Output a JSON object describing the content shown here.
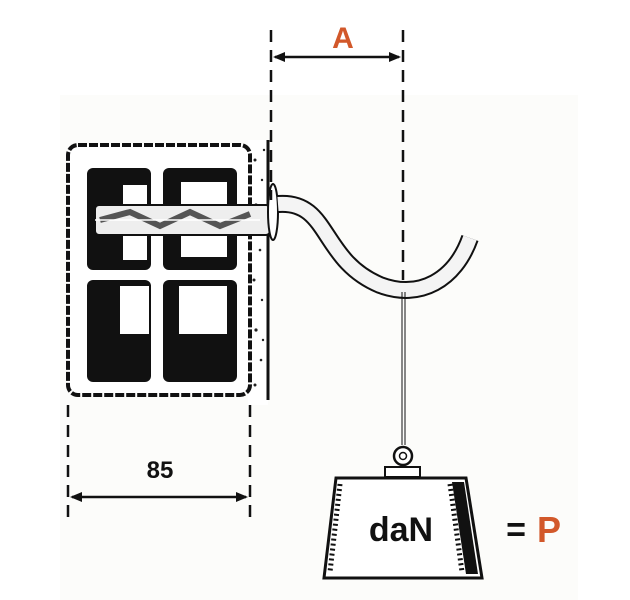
{
  "labels": {
    "distance": "A",
    "width": "85",
    "unit": "daN",
    "equals": "=",
    "load": "P"
  },
  "colors": {
    "accent": "#d2582a",
    "ink": "#111111",
    "panel": "#fcfcfa"
  }
}
